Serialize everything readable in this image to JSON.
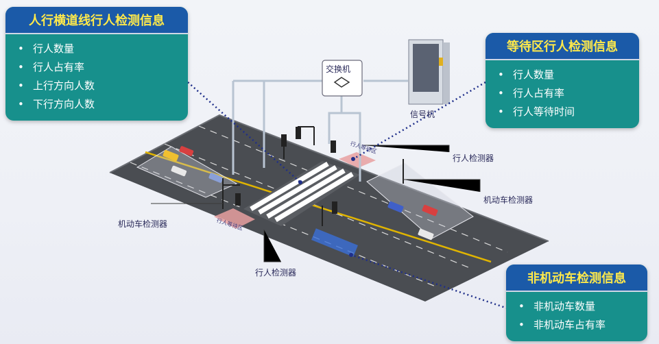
{
  "panels": {
    "crosswalk": {
      "title": "人行横道线行人检测信息",
      "items": [
        "行人数量",
        "行人占有率",
        "上行方向人数",
        "下行方向人数"
      ]
    },
    "waiting": {
      "title": "等待区行人检测信息",
      "items": [
        "行人数量",
        "行人占有率",
        "行人等待时间"
      ]
    },
    "nonmotor": {
      "title": "非机动车检测信息",
      "items": [
        "非机动车数量",
        "非机动车占有率"
      ]
    }
  },
  "labels": {
    "switch": "交换机",
    "signal_cabinet": "信号机",
    "ped_detector_top": "行人检测器",
    "ped_detector_bottom": "行人检测器",
    "vehicle_detector_left": "机动车检测器",
    "vehicle_detector_right": "机动车检测器",
    "wait_zone_top": "行人等待区",
    "wait_zone_bottom": "行人等待区"
  },
  "colors": {
    "panel_body": "#17908c",
    "panel_title": "#1b5aa8",
    "panel_title_text": "#ffe94a",
    "road": "#4a4d52",
    "lane_center": "#e0b400",
    "wait_zone": "#e8a0a0",
    "connector": "#1f2f8a"
  }
}
